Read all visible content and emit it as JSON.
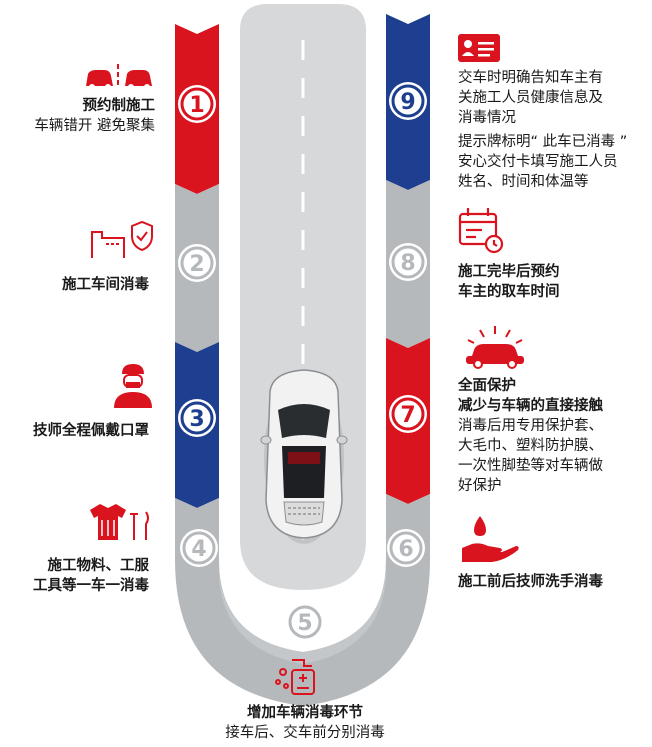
{
  "colors": {
    "red": "#d9141e",
    "blue": "#1e3f8f",
    "gray": "#b5b9bc",
    "road": "#d6d8da",
    "road_light": "#ececec"
  },
  "steps": [
    {
      "number": "1",
      "title": "预约制施工",
      "lines": [
        "车辆错开 避免聚集"
      ],
      "color": "red",
      "icon": "car-distance-icon"
    },
    {
      "number": "2",
      "title": "施工车间消毒",
      "lines": [],
      "color": "gray",
      "icon": "workshop-shield-icon"
    },
    {
      "number": "3",
      "title": "技师全程佩戴口罩",
      "lines": [],
      "color": "blue",
      "icon": "masked-worker-icon"
    },
    {
      "number": "4",
      "title_lines": [
        "施工物料、工服",
        "工具等一车一消毒"
      ],
      "color": "gray",
      "icon": "shirt-tools-icon"
    },
    {
      "number": "5",
      "title": "增加车辆消毒环节",
      "lines": [
        "接车后、交车前分别消毒"
      ],
      "color": "gray",
      "icon": "disinfectant-bottle-icon"
    },
    {
      "number": "6",
      "title": "施工前后技师洗手消毒",
      "lines": [],
      "color": "gray",
      "icon": "hand-wash-icon"
    },
    {
      "number": "7",
      "title_lines": [
        "全面保护",
        "减少与车辆的直接接触"
      ],
      "lines": [
        "消毒后用专用保护套、",
        "大毛巾、塑料防护膜、",
        "一次性脚垫等对车辆做",
        "好保护"
      ],
      "color": "red",
      "icon": "car-protection-icon"
    },
    {
      "number": "8",
      "title_lines": [
        "施工完毕后预约",
        "车主的取车时间"
      ],
      "color": "gray",
      "icon": "calendar-clock-icon"
    },
    {
      "number": "9",
      "lines_a": [
        "交车时明确告知车主有",
        "关施工人员健康信息及",
        "消毒情况"
      ],
      "lines_b": [
        "提示牌标明“ 此车已消毒 ”",
        "安心交付卡填写施工人员",
        "姓名、时间和体温等"
      ],
      "color": "blue",
      "icon": "info-card-icon"
    }
  ]
}
